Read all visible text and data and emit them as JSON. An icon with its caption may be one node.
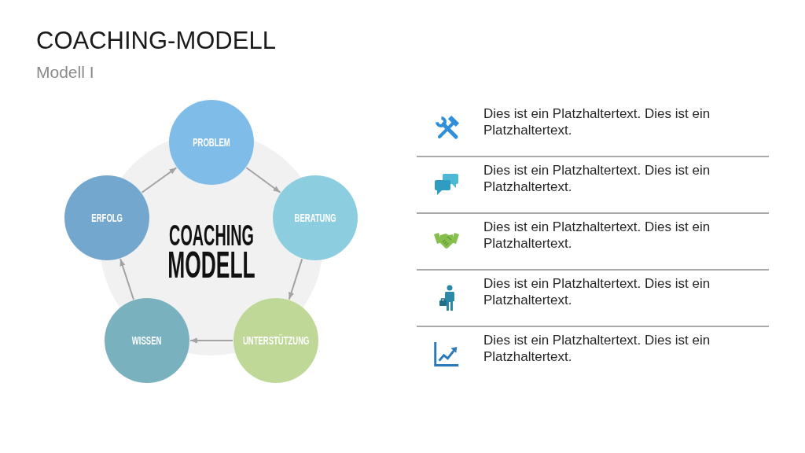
{
  "diagram": {
    "title": "COACHING-MODELL",
    "nodes": [
      {
        "text": [
          "PROBLEM"
        ]
      },
      {
        "text": [
          "BERATUNG"
        ]
      },
      {
        "text": [
          "UNTERSTÜTZUNG"
        ]
      },
      {
        "text": [
          "WISSEN"
        ]
      },
      {
        "text": [
          "ERFOLG"
        ]
      }
    ],
    "edges": [
      {
        "from": 0,
        "to": 1,
        "arrow": "to"
      },
      {
        "from": 1,
        "to": 2,
        "arrow": "to"
      },
      {
        "from": 2,
        "to": 3,
        "arrow": "to"
      },
      {
        "from": 3,
        "to": 4,
        "arrow": "to"
      },
      {
        "from": 4,
        "to": 0,
        "arrow": "to"
      }
    ],
    "labels": [
      "Modell I",
      "COACHING",
      "MODELL",
      "Dies ist ein Platzhaltertext. Dies ist ein Platzhaltertext.",
      "Dies ist ein Platzhaltertext. Dies ist ein Platzhaltertext.",
      "Dies ist ein Platzhaltertext. Dies ist ein Platzhaltertext.",
      "Dies ist ein Platzhaltertext. Dies ist ein Platzhaltertext.",
      "Dies ist ein Platzhaltertext. Dies ist ein Platzhaltertext."
    ]
  }
}
